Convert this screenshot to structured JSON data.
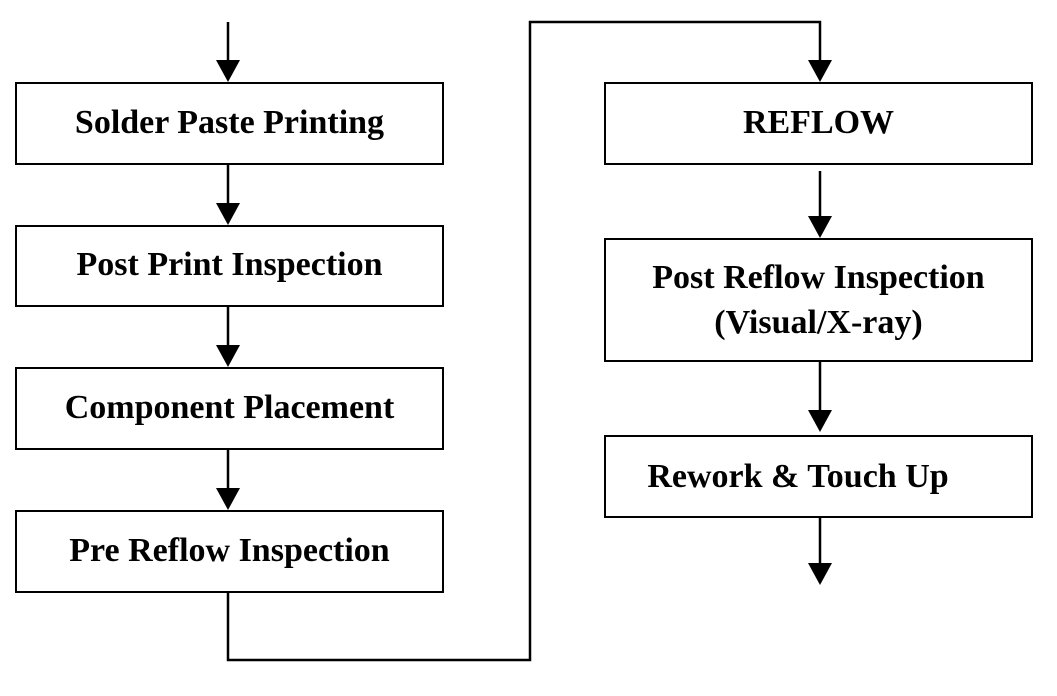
{
  "flowchart": {
    "steps": [
      {
        "id": "solder-paste-printing",
        "lines": [
          "Solder Paste Printing"
        ]
      },
      {
        "id": "post-print-inspection",
        "lines": [
          "Post Print Inspection"
        ]
      },
      {
        "id": "component-placement",
        "lines": [
          "Component Placement"
        ]
      },
      {
        "id": "pre-reflow-inspection",
        "lines": [
          "Pre Reflow Inspection"
        ]
      },
      {
        "id": "reflow",
        "lines": [
          "REFLOW"
        ]
      },
      {
        "id": "post-reflow-inspection",
        "lines": [
          "Post Reflow Inspection",
          "(Visual/X-ray)"
        ]
      },
      {
        "id": "rework-touch-up",
        "lines": [
          "Rework & Touch Up"
        ]
      }
    ],
    "connections": [
      [
        "entry",
        "solder-paste-printing"
      ],
      [
        "solder-paste-printing",
        "post-print-inspection"
      ],
      [
        "post-print-inspection",
        "component-placement"
      ],
      [
        "component-placement",
        "pre-reflow-inspection"
      ],
      [
        "pre-reflow-inspection",
        "reflow"
      ],
      [
        "reflow",
        "post-reflow-inspection"
      ],
      [
        "post-reflow-inspection",
        "rework-touch-up"
      ],
      [
        "rework-touch-up",
        "exit"
      ]
    ],
    "colors": {
      "stroke": "#000000",
      "fill": "#ffffff",
      "text": "#000000"
    }
  }
}
